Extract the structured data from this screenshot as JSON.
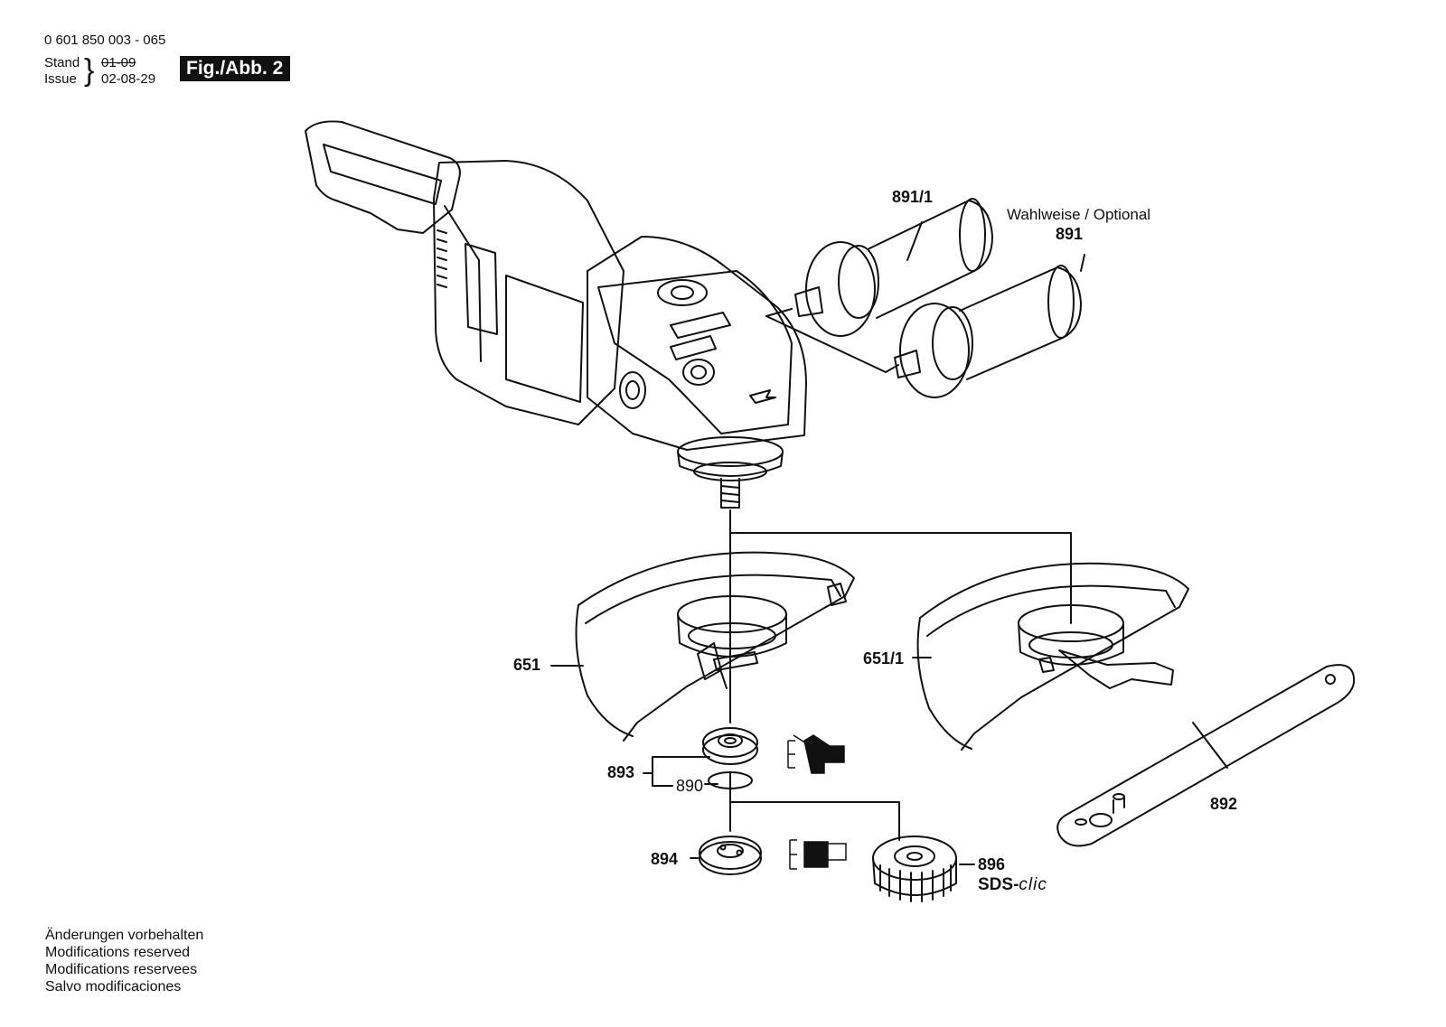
{
  "header": {
    "part_number": "0 601 850 003 - 065",
    "stand_label": "Stand",
    "stand_value": "01-09",
    "issue_label": "Issue",
    "issue_value": "02-08-29",
    "figure_label": "Fig./Abb. 2"
  },
  "annotations": {
    "optional_note": "Wahlweise / Optional"
  },
  "parts": {
    "p891_1": "891/1",
    "p891": "891",
    "p651": "651",
    "p651_1": "651/1",
    "p893": "893",
    "p890": "890",
    "p892": "892",
    "p894": "894",
    "p896": "896",
    "sds_prefix": "SDS-",
    "sds_clic": "clic"
  },
  "footer": {
    "lines": [
      "Änderungen vorbehalten",
      "Modifications reserved",
      "Modifications reservees",
      "Salvo modificaciones"
    ]
  },
  "colors": {
    "line": "#111111",
    "background": "#ffffff"
  }
}
